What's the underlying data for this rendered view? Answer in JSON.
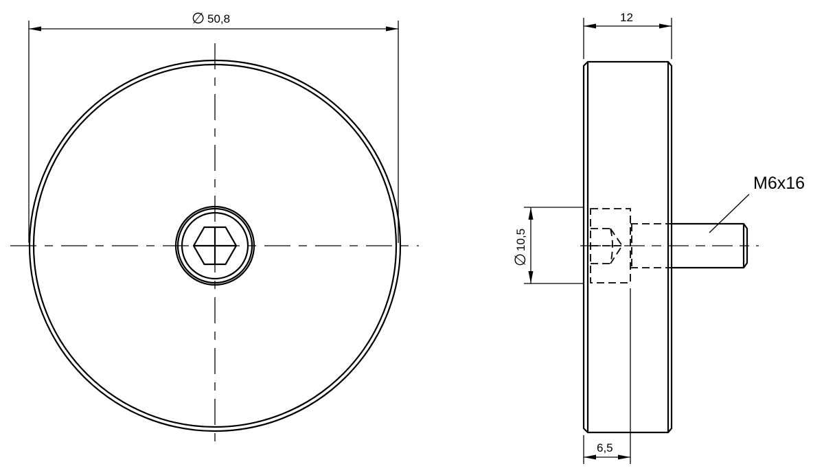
{
  "drawing": {
    "front_view": {
      "diameter_label": "Ø 50,8",
      "diameter_symbol": "∅",
      "diameter_value": "50,8",
      "feature": "hex-socket-head"
    },
    "side_view": {
      "width_label": "12",
      "socket_diameter_symbol": "∅",
      "socket_diameter_value": "10,5",
      "head_depth_label": "6,5",
      "thread_label": "M6x16"
    },
    "colors": {
      "line": "#000000",
      "background": "#ffffff"
    }
  }
}
